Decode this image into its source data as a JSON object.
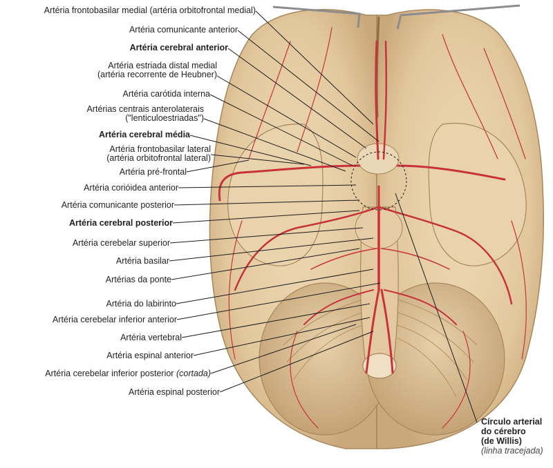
{
  "labels": [
    {
      "id": "frontobasilar-medial",
      "line1": "Artéria frontobasilar medial (artéria orbitofrontal medial)",
      "bold": false
    },
    {
      "id": "comunicante-anterior",
      "line1": "Artéria comunicante anterior",
      "bold": false
    },
    {
      "id": "cerebral-anterior",
      "line1": "Artéria cerebral anterior",
      "bold": true
    },
    {
      "id": "estriada-distal",
      "line1": "Artéria estriada distal medial",
      "line2": "(artéria recorrente de Heubner)",
      "bold": false
    },
    {
      "id": "carotida-interna",
      "line1": "Artéria carótida interna",
      "bold": false
    },
    {
      "id": "centrais-anterolaterais",
      "line1": "Artérias centrais anterolaterais",
      "line2": "(\"lenticuloestriadas\")",
      "bold": false
    },
    {
      "id": "cerebral-media",
      "line1": "Artéria cerebral média",
      "bold": true
    },
    {
      "id": "frontobasilar-lateral",
      "line1": "Artéria frontobasilar lateral",
      "line2": "(artéria orbitofrontal lateral)",
      "bold": false
    },
    {
      "id": "pre-frontal",
      "line1": "Artéria pré-frontal",
      "bold": false
    },
    {
      "id": "corioidea-anterior",
      "line1": "Artéria corióidea anterior",
      "bold": false
    },
    {
      "id": "comunicante-posterior",
      "line1": "Artéria comunicante posterior",
      "bold": false
    },
    {
      "id": "cerebral-posterior",
      "line1": "Artéria cerebral posterior",
      "bold": true
    },
    {
      "id": "cerebelar-superior",
      "line1": "Artéria cerebelar superior",
      "bold": false
    },
    {
      "id": "basilar",
      "line1": "Artéria basilar",
      "bold": false
    },
    {
      "id": "ponte",
      "line1": "Artérias da ponte",
      "bold": false
    },
    {
      "id": "labirinto",
      "line1": "Artéria do labirinto",
      "bold": false
    },
    {
      "id": "cerebelar-inf-anterior",
      "line1": "Artéria cerebelar inferior anterior",
      "bold": false
    },
    {
      "id": "vertebral",
      "line1": "Artéria vertebral",
      "bold": false
    },
    {
      "id": "espinal-anterior",
      "line1": "Artéria espinal anterior",
      "bold": false
    },
    {
      "id": "cerebelar-inf-posterior",
      "line1": "Artéria cerebelar inferior posterior",
      "line1_italic": "(cortada)",
      "bold": false
    },
    {
      "id": "espinal-posterior",
      "line1": "Artéria espinal posterior",
      "bold": false
    }
  ],
  "legend": {
    "line1": "Círculo arterial",
    "line2": "do cérebro",
    "line3": "(de Willis)",
    "line4": "(linha tracejada)"
  },
  "colors": {
    "brain": "#e6cfa7",
    "brain_dark": "#c9a97c",
    "artery": "#c8323a",
    "leader": "#1a1a1a"
  }
}
